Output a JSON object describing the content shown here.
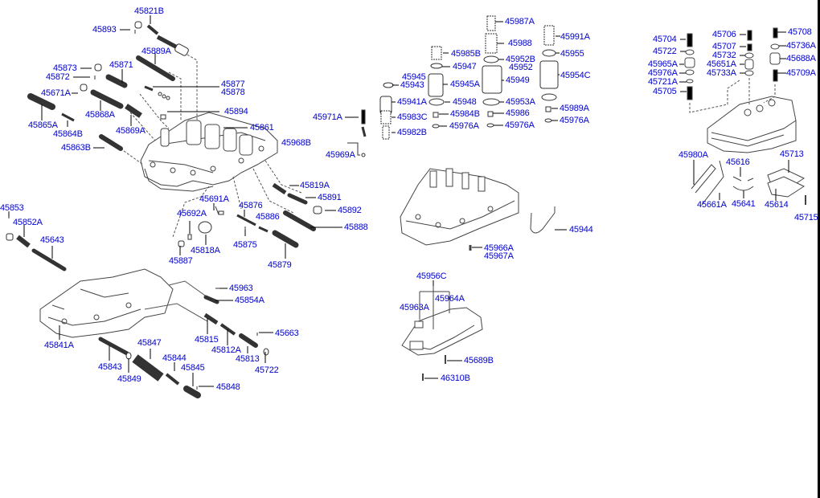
{
  "diagram": {
    "title": "Automatic Transmission Valve Body Exploded View",
    "colors": {
      "label": "#0000cc",
      "line": "#000000",
      "part": "#333333",
      "background": "#ffffff"
    },
    "groups": [
      {
        "name": "upper-valve-body",
        "parts": [
          "45821B",
          "45893",
          "45889A",
          "45873",
          "45872",
          "45871",
          "45877",
          "45878",
          "45671A",
          "45868A",
          "45894",
          "45865A",
          "45864B",
          "45869A",
          "45861",
          "45863B"
        ]
      },
      {
        "name": "valve-body-side",
        "parts": [
          "45819A",
          "45891",
          "45892",
          "45888",
          "45691A",
          "45692A",
          "45876",
          "45886",
          "45875",
          "45818A",
          "45887",
          "45879"
        ]
      },
      {
        "name": "lower-valve-body",
        "parts": [
          "45853",
          "45852A",
          "45643",
          "45963",
          "45854A",
          "45841A",
          "45815",
          "45812A",
          "45663",
          "45813",
          "45722",
          "45847",
          "45844",
          "45845",
          "45843",
          "45849",
          "45848"
        ]
      },
      {
        "name": "accumulators",
        "parts": [
          "45987A",
          "45991A",
          "45988",
          "45985B",
          "45955",
          "45952B",
          "45952",
          "45947",
          "45945",
          "45943",
          "45945A",
          "45949",
          "45954C",
          "45941A",
          "45948",
          "45953A",
          "45989A",
          "45971A",
          "45983C",
          "45984B",
          "45986",
          "45976A",
          "45968B",
          "45982B",
          "45969A"
        ]
      },
      {
        "name": "valve-body-assembly",
        "parts": [
          "45944",
          "45966A",
          "45967A"
        ]
      },
      {
        "name": "oil-filter",
        "parts": [
          "45956C",
          "45963A",
          "45964A",
          "45689B",
          "46310B"
        ]
      },
      {
        "name": "solenoid-plate",
        "parts": [
          "45704",
          "45706",
          "45708",
          "45722",
          "45707",
          "45736A",
          "45732",
          "45688A",
          "45965A",
          "45651A",
          "45976A",
          "45733A",
          "45709A",
          "45721A",
          "45705"
        ]
      },
      {
        "name": "separator-plate",
        "parts": [
          "45980A",
          "45713",
          "45616",
          "45661A",
          "45641",
          "45614",
          "45715"
        ]
      }
    ],
    "labels": [
      {
        "id": "l1",
        "text": "45821B"
      },
      {
        "id": "l2",
        "text": "45893"
      },
      {
        "id": "l3",
        "text": "45889A"
      },
      {
        "id": "l4",
        "text": "45873"
      },
      {
        "id": "l5",
        "text": "45872"
      },
      {
        "id": "l6",
        "text": "45871"
      },
      {
        "id": "l7",
        "text": "45877"
      },
      {
        "id": "l8",
        "text": "45878"
      },
      {
        "id": "l9",
        "text": "45671A"
      },
      {
        "id": "l10",
        "text": "45868A"
      },
      {
        "id": "l11",
        "text": "45894"
      },
      {
        "id": "l12",
        "text": "45865A"
      },
      {
        "id": "l13",
        "text": "45864B"
      },
      {
        "id": "l14",
        "text": "45869A"
      },
      {
        "id": "l15",
        "text": "45861"
      },
      {
        "id": "l16",
        "text": "45863B"
      },
      {
        "id": "l17",
        "text": "45819A"
      },
      {
        "id": "l18",
        "text": "45891"
      },
      {
        "id": "l19",
        "text": "45692A"
      },
      {
        "id": "l20",
        "text": "45691A"
      },
      {
        "id": "l21",
        "text": "45876"
      },
      {
        "id": "l22",
        "text": "45892"
      },
      {
        "id": "l23",
        "text": "45886"
      },
      {
        "id": "l24",
        "text": "45888"
      },
      {
        "id": "l25",
        "text": "45818A"
      },
      {
        "id": "l26",
        "text": "45875"
      },
      {
        "id": "l27",
        "text": "45887"
      },
      {
        "id": "l28",
        "text": "45879"
      },
      {
        "id": "l29",
        "text": "45853"
      },
      {
        "id": "l30",
        "text": "45852A"
      },
      {
        "id": "l31",
        "text": "45643"
      },
      {
        "id": "l32",
        "text": "45963"
      },
      {
        "id": "l33",
        "text": "45854A"
      },
      {
        "id": "l34",
        "text": "45663"
      },
      {
        "id": "l35",
        "text": "45815"
      },
      {
        "id": "l36",
        "text": "45841A"
      },
      {
        "id": "l37",
        "text": "45812A"
      },
      {
        "id": "l38",
        "text": "45813"
      },
      {
        "id": "l39",
        "text": "45722"
      },
      {
        "id": "l40",
        "text": "45847"
      },
      {
        "id": "l41",
        "text": "45844"
      },
      {
        "id": "l42",
        "text": "45845"
      },
      {
        "id": "l43",
        "text": "45843"
      },
      {
        "id": "l44",
        "text": "45849"
      },
      {
        "id": "l45",
        "text": "45848"
      },
      {
        "id": "l46",
        "text": "45987A"
      },
      {
        "id": "l47",
        "text": "45991A"
      },
      {
        "id": "l48",
        "text": "45988"
      },
      {
        "id": "l49",
        "text": "45985B"
      },
      {
        "id": "l50",
        "text": "45955"
      },
      {
        "id": "l51",
        "text": "45952B"
      },
      {
        "id": "l52",
        "text": "45947"
      },
      {
        "id": "l53",
        "text": "45952"
      },
      {
        "id": "l54",
        "text": "45945"
      },
      {
        "id": "l55",
        "text": "45954C"
      },
      {
        "id": "l56",
        "text": "45943"
      },
      {
        "id": "l57",
        "text": "45945A"
      },
      {
        "id": "l58",
        "text": "45949"
      },
      {
        "id": "l59",
        "text": "45941A"
      },
      {
        "id": "l60",
        "text": "45948"
      },
      {
        "id": "l61",
        "text": "45953A"
      },
      {
        "id": "l62",
        "text": "45989A"
      },
      {
        "id": "l63",
        "text": "45971A"
      },
      {
        "id": "l64",
        "text": "45983C"
      },
      {
        "id": "l65",
        "text": "45984B"
      },
      {
        "id": "l66",
        "text": "45986"
      },
      {
        "id": "l67",
        "text": "45976A"
      },
      {
        "id": "l68",
        "text": "45976A"
      },
      {
        "id": "l69",
        "text": "45976A"
      },
      {
        "id": "l70",
        "text": "45968B"
      },
      {
        "id": "l71",
        "text": "45982B"
      },
      {
        "id": "l72",
        "text": "45969A"
      },
      {
        "id": "l73",
        "text": "45944"
      },
      {
        "id": "l74",
        "text": "45966A"
      },
      {
        "id": "l75",
        "text": "45967A"
      },
      {
        "id": "l76",
        "text": "45956C"
      },
      {
        "id": "l77",
        "text": "45963A"
      },
      {
        "id": "l78",
        "text": "45964A"
      },
      {
        "id": "l79",
        "text": "45689B"
      },
      {
        "id": "l80",
        "text": "46310B"
      },
      {
        "id": "l81",
        "text": "45704"
      },
      {
        "id": "l82",
        "text": "45706"
      },
      {
        "id": "l83",
        "text": "45708"
      },
      {
        "id": "l84",
        "text": "45722"
      },
      {
        "id": "l85",
        "text": "45707"
      },
      {
        "id": "l86",
        "text": "45736A"
      },
      {
        "id": "l87",
        "text": "45732"
      },
      {
        "id": "l88",
        "text": "45688A"
      },
      {
        "id": "l89",
        "text": "45965A"
      },
      {
        "id": "l90",
        "text": "45651A"
      },
      {
        "id": "l91",
        "text": "45976A"
      },
      {
        "id": "l92",
        "text": "45733A"
      },
      {
        "id": "l93",
        "text": "45709A"
      },
      {
        "id": "l94",
        "text": "45721A"
      },
      {
        "id": "l95",
        "text": "45705"
      },
      {
        "id": "l96",
        "text": "45980A"
      },
      {
        "id": "l97",
        "text": "45713"
      },
      {
        "id": "l98",
        "text": "45616"
      },
      {
        "id": "l99",
        "text": "45661A"
      },
      {
        "id": "l100",
        "text": "45641"
      },
      {
        "id": "l101",
        "text": "45614"
      },
      {
        "id": "l102",
        "text": "45715"
      }
    ]
  }
}
